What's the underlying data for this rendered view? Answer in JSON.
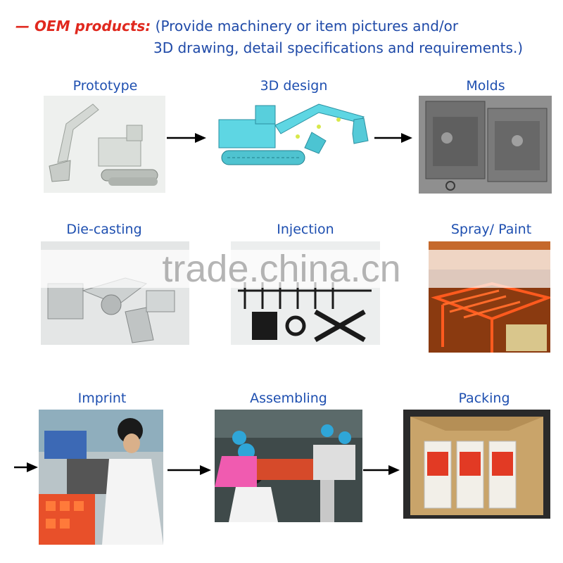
{
  "header": {
    "prefix": "— ",
    "oem_label": "OEM products:",
    "line1": " (Provide machinery or item pictures and/or",
    "line2": "3D drawing, detail specifications and requirements.)"
  },
  "steps": [
    {
      "label": "Prototype"
    },
    {
      "label": "3D design"
    },
    {
      "label": "Molds"
    },
    {
      "label": "Die-casting"
    },
    {
      "label": "Injection"
    },
    {
      "label": "Spray/ Paint"
    },
    {
      "label": "Imprint"
    },
    {
      "label": "Assembling"
    },
    {
      "label": "Packing"
    }
  ],
  "watermark": "trade.china.cn",
  "colors": {
    "header_text": "#1f4aa8",
    "oem_red": "#e0281e",
    "label_blue": "#1e4fb0",
    "arrow": "#000000"
  }
}
